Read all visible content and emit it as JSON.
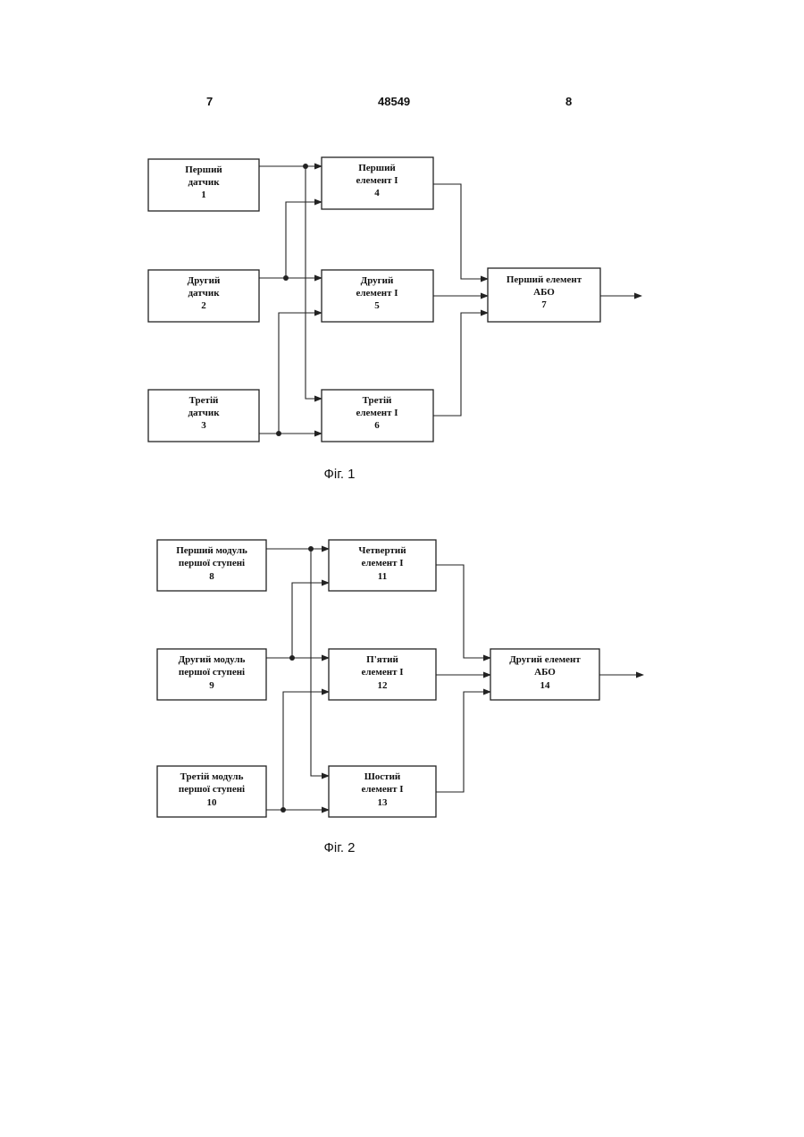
{
  "header": {
    "left": "7",
    "center": "48549",
    "right": "8"
  },
  "fig1": {
    "caption": "Фіг. 1",
    "blocks": {
      "s1": [
        "Перший",
        "датчик",
        "1"
      ],
      "s2": [
        "Другий",
        "датчик",
        "2"
      ],
      "s3": [
        "Третій",
        "датчик",
        "3"
      ],
      "and4": [
        "Перший",
        "елемент І",
        "4"
      ],
      "and5": [
        "Другий",
        "елемент І",
        "5"
      ],
      "and6": [
        "Третій",
        "елемент І",
        "6"
      ],
      "or7": [
        "Перший елемент",
        "АБО",
        "7"
      ]
    }
  },
  "fig2": {
    "caption": "Фіг. 2",
    "blocks": {
      "m8": [
        "Перший модуль",
        "першої ступені",
        "8"
      ],
      "m9": [
        "Другий модуль",
        "першої ступені",
        "9"
      ],
      "m10": [
        "Третій модуль",
        "першої ступені",
        "10"
      ],
      "and11": [
        "Четвертий",
        "елемент І",
        "11"
      ],
      "and12": [
        "П'ятий",
        "елемент І",
        "12"
      ],
      "and13": [
        "Шостий",
        "елемент І",
        "13"
      ],
      "or14": [
        "Другий елемент",
        "АБО",
        "14"
      ]
    }
  }
}
